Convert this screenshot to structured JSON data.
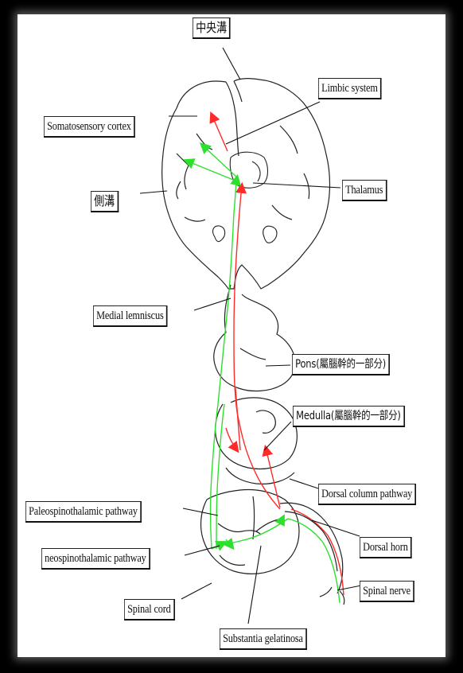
{
  "labels": {
    "central_sulcus": "中央溝",
    "limbic_system": "Limbic system",
    "somatosensory_cortex": "Somatosensory cortex",
    "thalamus": "Thalamus",
    "lateral_sulcus": "側溝",
    "medial_lemniscus": "Medial lemniscus",
    "pons": "Pons(屬腦幹的一部分)",
    "medulla": "Medulla(屬腦幹的一部分)",
    "dorsal_column_pathway": "Dorsal column pathway",
    "paleospinothalamic_pathway": "Paleospinothalamic pathway",
    "dorsal_horn": "Dorsal horn",
    "neospinothalamic_pathway": "neospinothalamic pathway",
    "spinal_nerve": "Spinal nerve",
    "spinal_cord": "Spinal cord",
    "substantia_gelatinosa": "Substantia gelatinosa"
  },
  "colors": {
    "dorsal_column_tract": "#ff2a2a",
    "spinothalamic_tract": "#2ee02e",
    "outline": "#222222"
  }
}
